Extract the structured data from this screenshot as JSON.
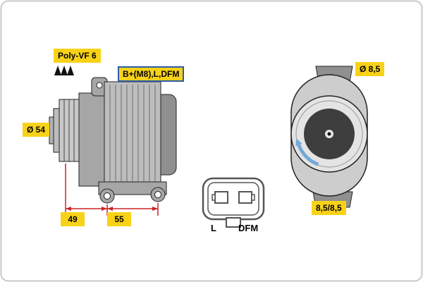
{
  "diagram": {
    "side_view": {
      "belt_label": "Poly-VF 6",
      "terminal_label": "B+(M8),L,DFM",
      "pulley_diameter_label": "Ø 54",
      "dim_front": "49",
      "dim_rear": "55"
    },
    "connector": {
      "pin_left": "L",
      "pin_right": "DFM"
    },
    "rear_view": {
      "hole_diameter_label": "Ø 8,5",
      "mount_holes_label": "8,5/8,5"
    },
    "colors": {
      "label_bg": "#f8d218",
      "terminal_box_border": "#2a5caa",
      "dimension_red": "#cc2222",
      "rotation_arrow_blue": "#74a9d8"
    }
  }
}
